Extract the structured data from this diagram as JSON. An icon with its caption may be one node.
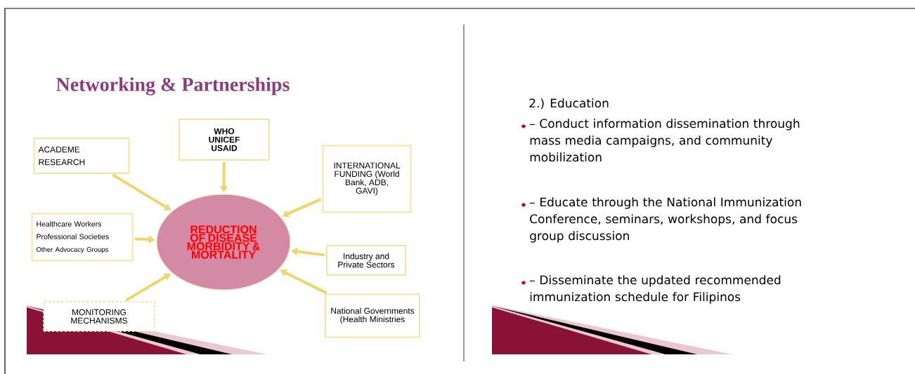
{
  "diagram": {
    "title": "Networking & Partnerships",
    "nodes": [
      {
        "text": [
          "ACADEME",
          "RESEARCH"
        ]
      },
      {
        "text": [
          "WHO UNICEF USAID"
        ]
      },
      {
        "text": [
          "INTERNATIONAL FUNDING (World Bank, ADB, GAVI)"
        ]
      },
      {
        "text": [
          "Healthcare Workers",
          "Professional Societies",
          "Other Advocacy Groups"
        ]
      },
      {
        "text": [
          "REDUCTION OF DISEASE MORBIDITY & MORTALITY"
        ]
      },
      {
        "text": [
          "Industry and Private Sectors"
        ]
      },
      {
        "text": [
          "MONITORING MECHANISMS"
        ]
      },
      {
        "text": [
          "National Governments (Health Ministries"
        ]
      }
    ],
    "edges": [
      {
        "from": 0,
        "to": 4,
        "arrow": "to"
      },
      {
        "from": 1,
        "to": 4,
        "arrow": "to"
      },
      {
        "from": 2,
        "to": 4,
        "arrow": "to"
      },
      {
        "from": 3,
        "to": 4,
        "arrow": "to"
      },
      {
        "from": 5,
        "to": 4,
        "arrow": "to"
      },
      {
        "from": 6,
        "to": 4,
        "arrow": "to"
      },
      {
        "from": 7,
        "to": 4,
        "arrow": "to"
      }
    ],
    "labels": [
      "2.) Education",
      "– Conduct information dissemination through mass media campaigns, and community mobilization",
      "– Educate through the National Immunization Conference, seminars, workshops, and focus group discussion",
      "– Disseminate the updated recommended immunization schedule for Filipinos"
    ]
  }
}
